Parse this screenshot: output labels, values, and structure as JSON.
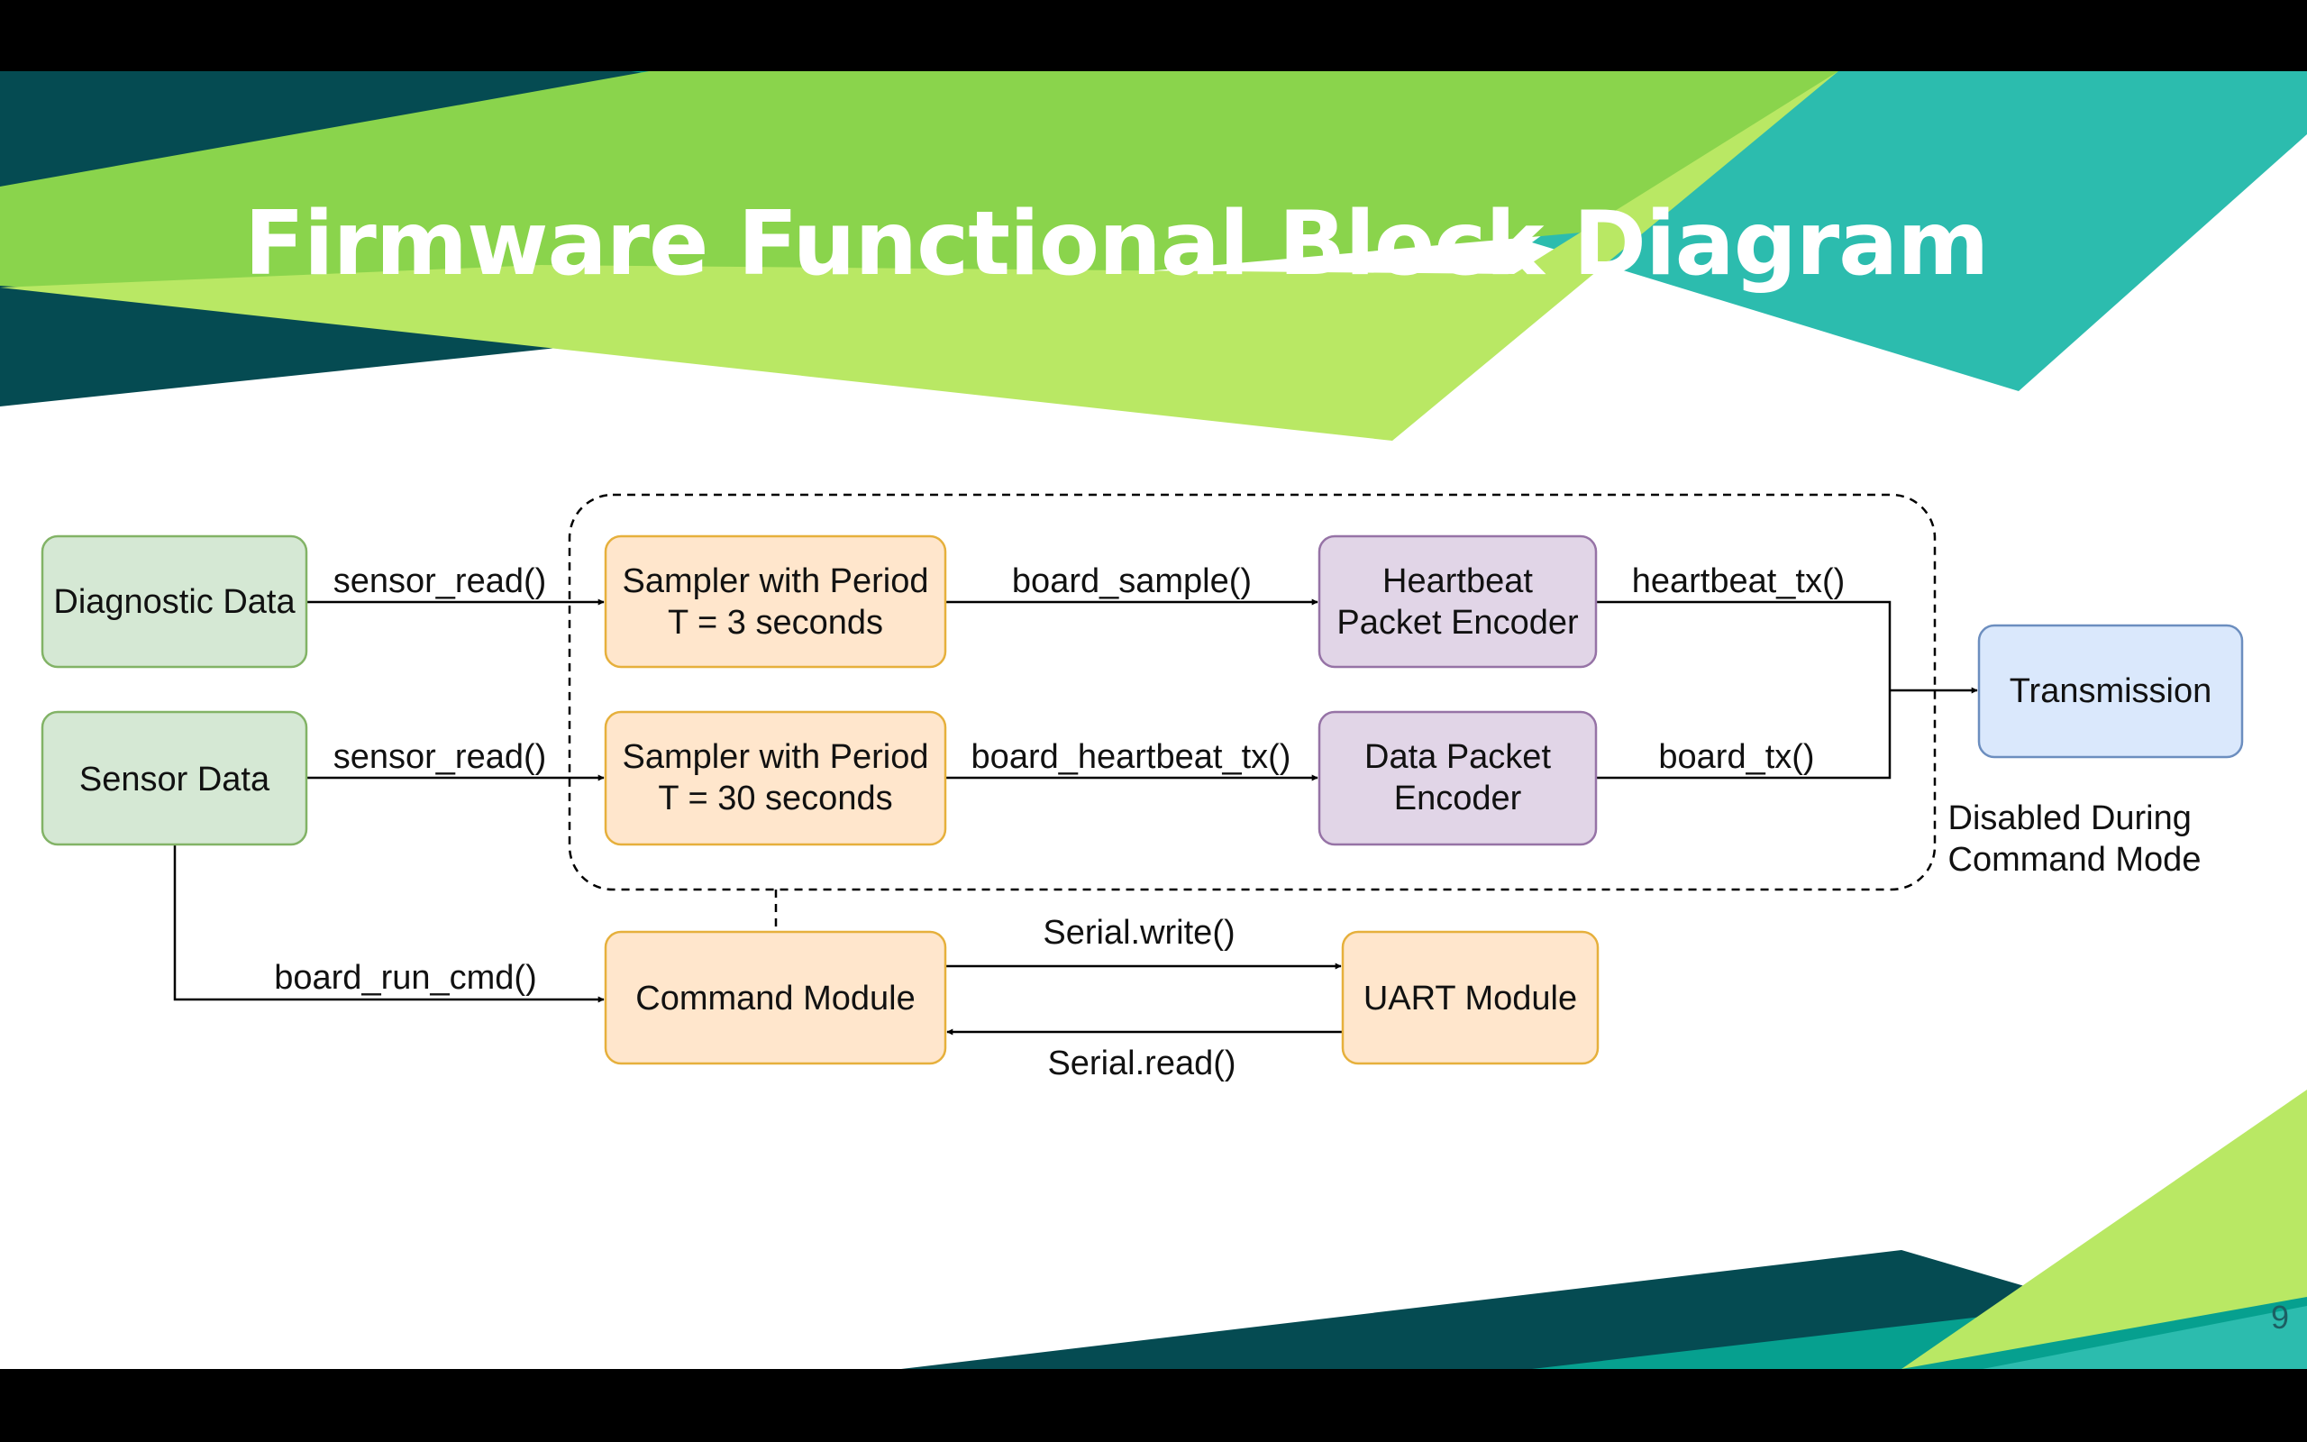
{
  "slide": {
    "title": "Firmware Functional Block Diagram",
    "page_number": "9"
  },
  "colors": {
    "teal_dark": "#054b52",
    "teal": "#06a08f",
    "teal_light": "#2cbcae",
    "green": "#8ad44c",
    "lime": "#b9e864",
    "source_fill": "#d5e8d4",
    "source_border": "#82b366",
    "module_fill": "#ffe6cc",
    "module_border": "#e6b03c",
    "encoder_fill": "#e1d5e7",
    "encoder_border": "#9673a6",
    "output_fill": "#dae8fc",
    "output_border": "#6c8ebf"
  },
  "diagram": {
    "nodes": {
      "diagnostic_data": {
        "lines": [
          "Diagnostic Data"
        ]
      },
      "sensor_data": {
        "lines": [
          "Sensor Data"
        ]
      },
      "sampler_3s": {
        "lines": [
          "Sampler with Period",
          "T = 3 seconds"
        ]
      },
      "sampler_30s": {
        "lines": [
          "Sampler with Period",
          "T = 30 seconds"
        ]
      },
      "heartbeat_encoder": {
        "lines": [
          "Heartbeat",
          "Packet Encoder"
        ]
      },
      "data_encoder": {
        "lines": [
          "Data Packet",
          "Encoder"
        ]
      },
      "transmission": {
        "lines": [
          "Transmission"
        ]
      },
      "command_module": {
        "lines": [
          "Command Module"
        ]
      },
      "uart_module": {
        "lines": [
          "UART Module"
        ]
      }
    },
    "edges": {
      "diag_to_sampler3": "sensor_read()",
      "sensor_to_sampler30": "sensor_read()",
      "sampler3_to_heartbeat": "board_sample()",
      "sampler30_to_data": "board_heartbeat_tx()",
      "heartbeat_to_tx": "heartbeat_tx()",
      "data_to_tx": "board_tx()",
      "sensor_to_command": "board_run_cmd()",
      "command_to_uart": "Serial.write()",
      "uart_to_command": "Serial.read()"
    },
    "note": [
      "Disabled During",
      "Command Mode"
    ]
  }
}
